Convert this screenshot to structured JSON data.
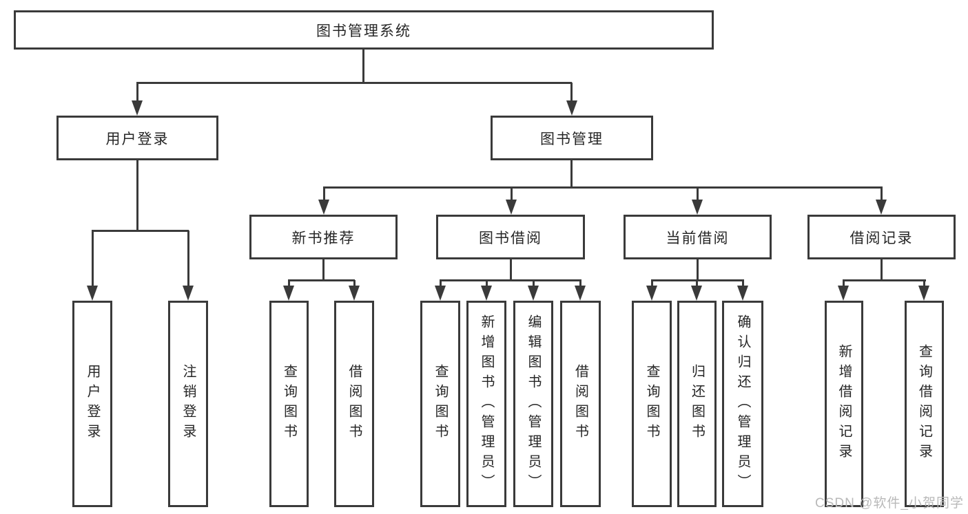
{
  "diagram": {
    "type": "hierarchy-tree",
    "tree": {
      "root": "图书管理系统",
      "branches": [
        {
          "label": "用户登录",
          "children": [
            "用户登录",
            "注销登录"
          ]
        },
        {
          "label": "图书管理",
          "groups": [
            {
              "label": "新书推荐",
              "children": [
                "查询图书",
                "借阅图书"
              ]
            },
            {
              "label": "图书借阅",
              "children": [
                "查询图书",
                "新增图书（管理员）",
                "编辑图书（管理员）",
                "借阅图书"
              ]
            },
            {
              "label": "当前借阅",
              "children": [
                "查询图书",
                "归还图书",
                "确认归还（管理员）"
              ]
            },
            {
              "label": "借阅记录",
              "children": [
                "新增借阅记录",
                "查询借阅记录"
              ]
            }
          ]
        }
      ]
    },
    "watermark": "CSDN @软件_小贺同学",
    "colors": {
      "line": "#3a3a3a",
      "box_border": "#3a3a3a",
      "text": "#262626",
      "watermark": "#b9b9b9",
      "background": "#ffffff"
    }
  }
}
